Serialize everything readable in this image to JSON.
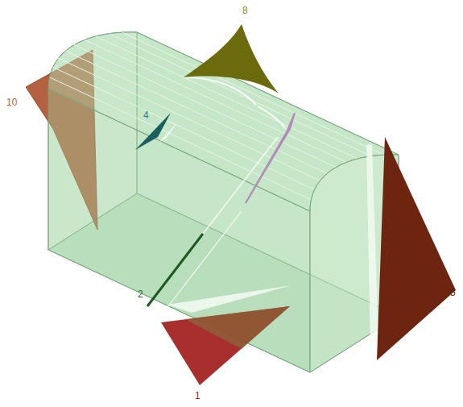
{
  "diagram": {
    "labels": [
      "8",
      "10",
      "4",
      "2",
      "1",
      "5"
    ]
  }
}
